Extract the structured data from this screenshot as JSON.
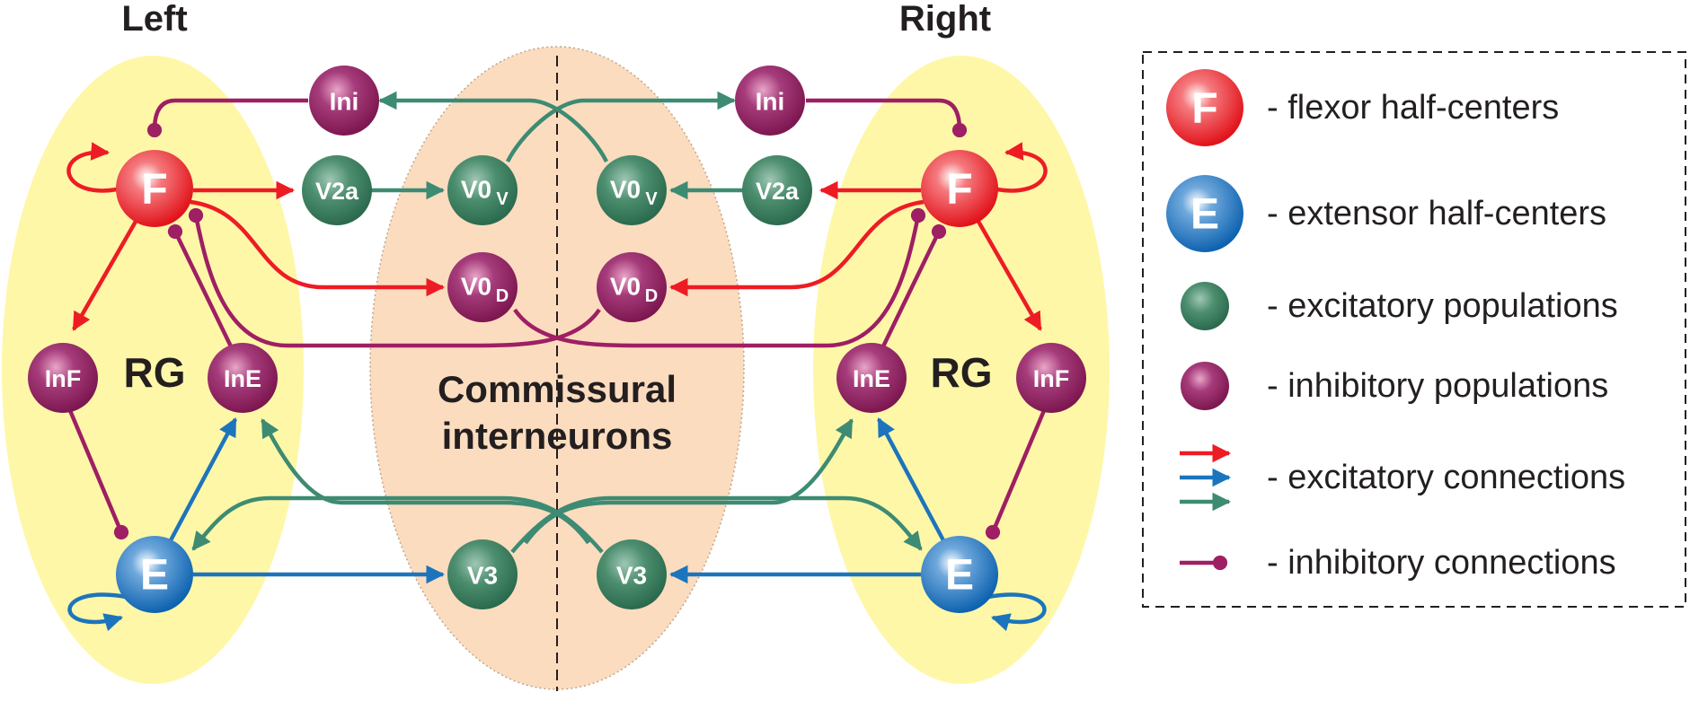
{
  "titles": {
    "left": "Left",
    "right": "Right"
  },
  "regions": {
    "rg_left": "RG",
    "rg_right": "RG",
    "commissural_line1": "Commissural",
    "commissural_line2": "interneurons"
  },
  "nodes": {
    "F": "F",
    "E": "E",
    "InF": "InF",
    "InE": "InE",
    "Ini": "Ini",
    "V2a": "V2a",
    "V0": "V0",
    "V3": "V3",
    "sub_V": "V",
    "sub_D": "D"
  },
  "legend": {
    "flexor": "- flexor half-centers",
    "extensor": "- extensor half-centers",
    "excitatory_pop": "- excitatory populations",
    "inhibitory_pop": "- inhibitory populations",
    "excitatory_conn": "- excitatory connections",
    "inhibitory_conn": "- inhibitory connections"
  },
  "colors": {
    "red": "#ed1c24",
    "blue": "#1c75bc",
    "green": "#3d8b73",
    "purple": "#9e1f63",
    "yellow_region": "#fff7a8",
    "commissural_region": "#fbdcbf"
  }
}
